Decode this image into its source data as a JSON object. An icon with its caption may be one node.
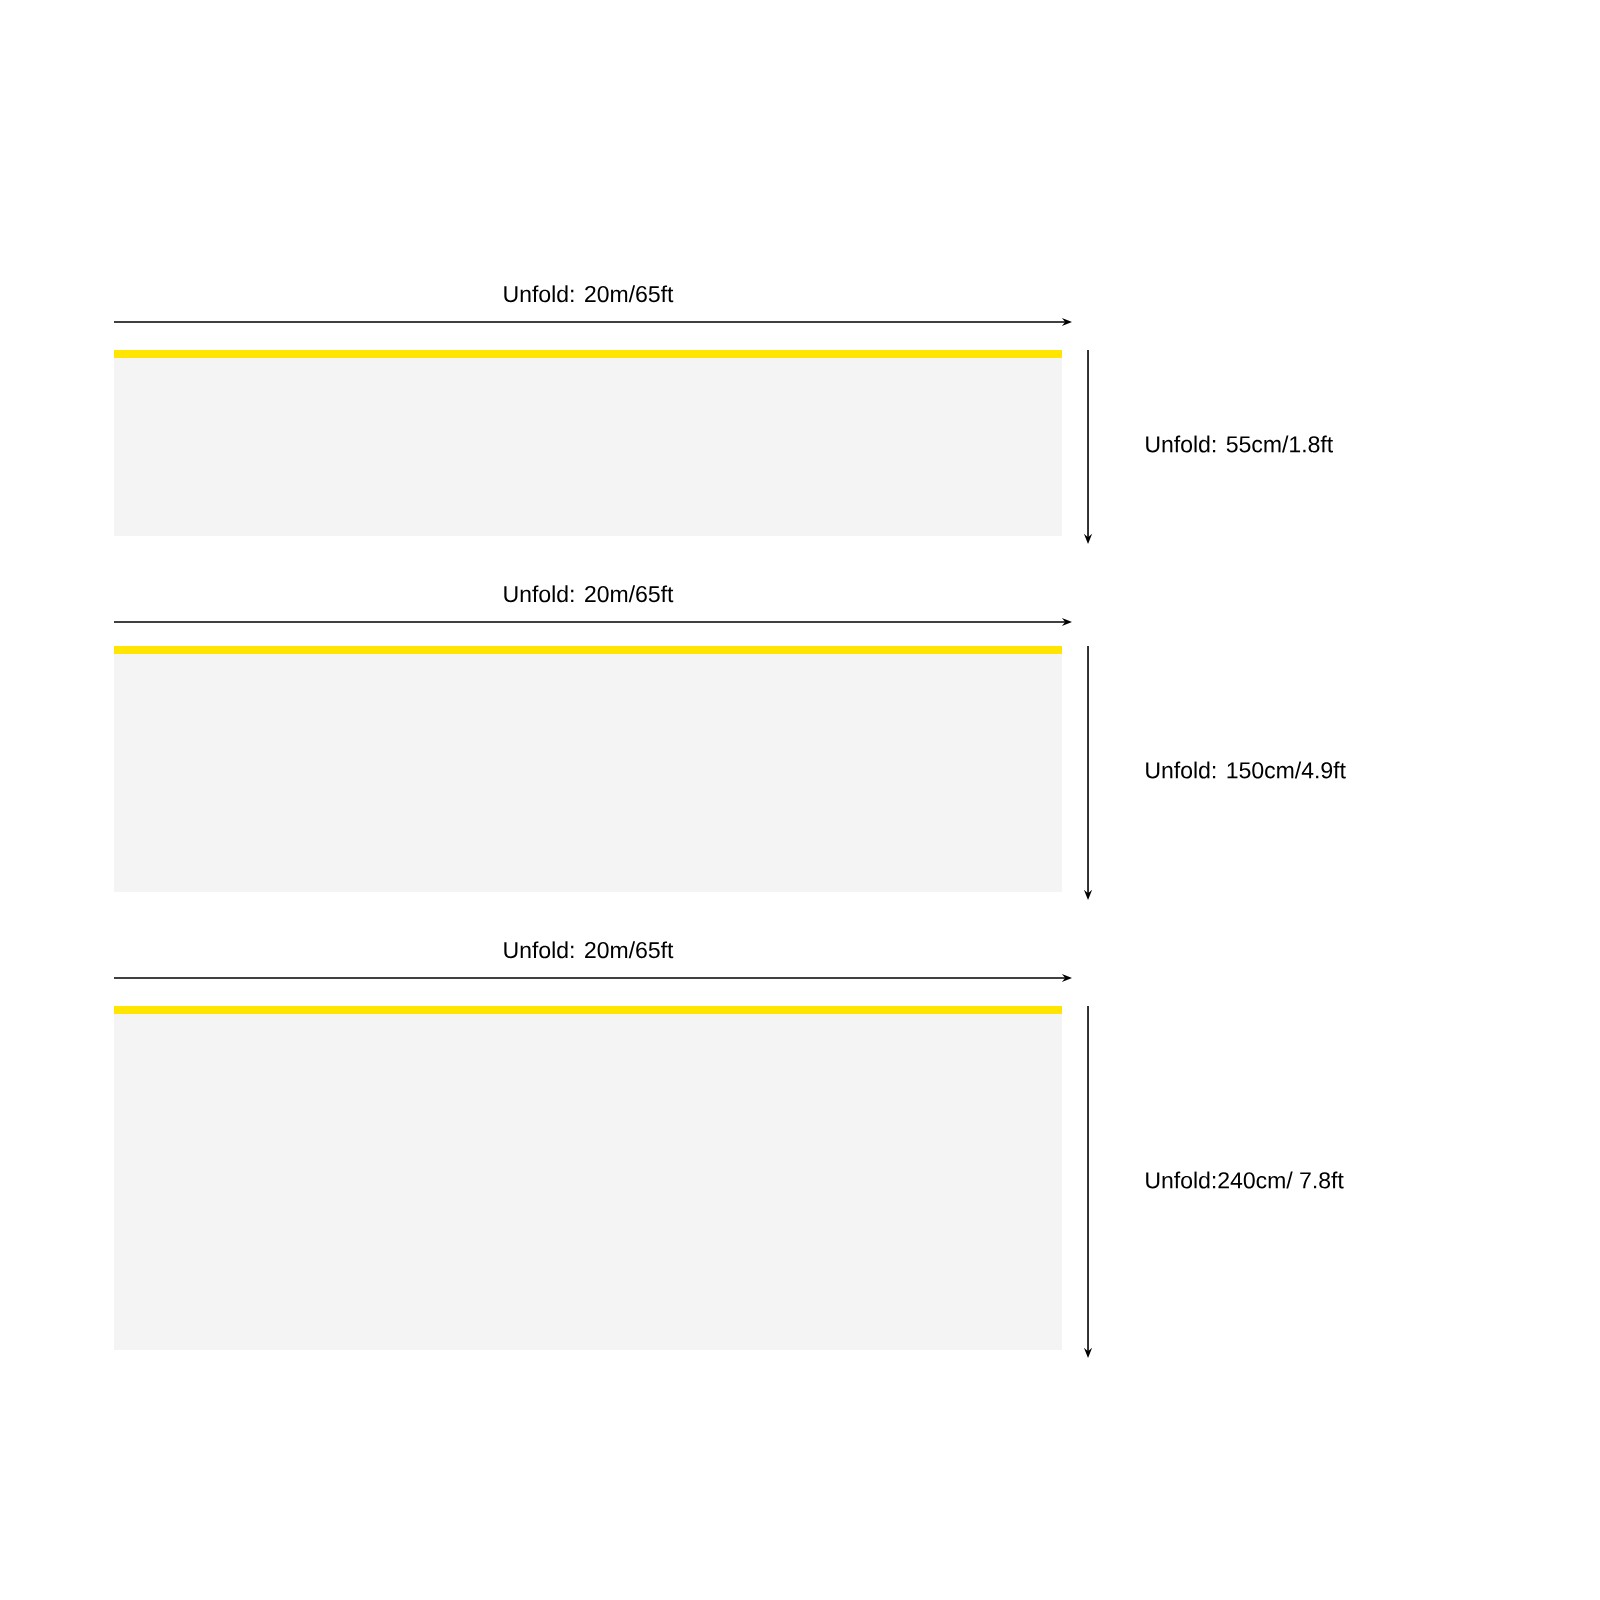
{
  "diagram": {
    "labels": [
      "Unfold: 20m/65ft",
      "Unfold: 55cm/1.8ft",
      "Unfold: 20m/65ft",
      "Unfold: 150cm/4.9ft",
      "Unfold: 20m/65ft",
      "Unfold:240cm/ 7.8ft"
    ]
  }
}
